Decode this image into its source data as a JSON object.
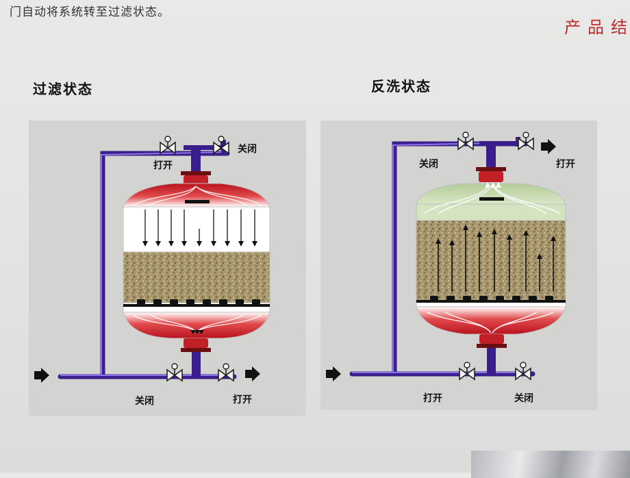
{
  "top_text": "门自动将系统转至过滤状态。",
  "corner_title": "产品结",
  "filter_panel": {
    "title": "过滤状态",
    "valve_top_right": "关闭",
    "valve_top_left": "打开",
    "valve_bottom_left": "关闭",
    "valve_bottom_right": "打开"
  },
  "backwash_panel": {
    "title": "反洗状态",
    "valve_top_left": "关闭",
    "valve_top_right": "打开",
    "valve_bottom_left": "打开",
    "valve_bottom_right": "关闭"
  },
  "colors": {
    "pipe": "#3a1f8c",
    "pipe_highlight": "#8f74e6",
    "head_red": "#c8202a",
    "gravel": "#a89468",
    "backwash_top": "#c9dcb4",
    "accent_title": "#c0282a"
  },
  "icons": [
    "arrow-right-icon",
    "valve-icon",
    "flow-arrow-icon",
    "nozzle-icon"
  ]
}
